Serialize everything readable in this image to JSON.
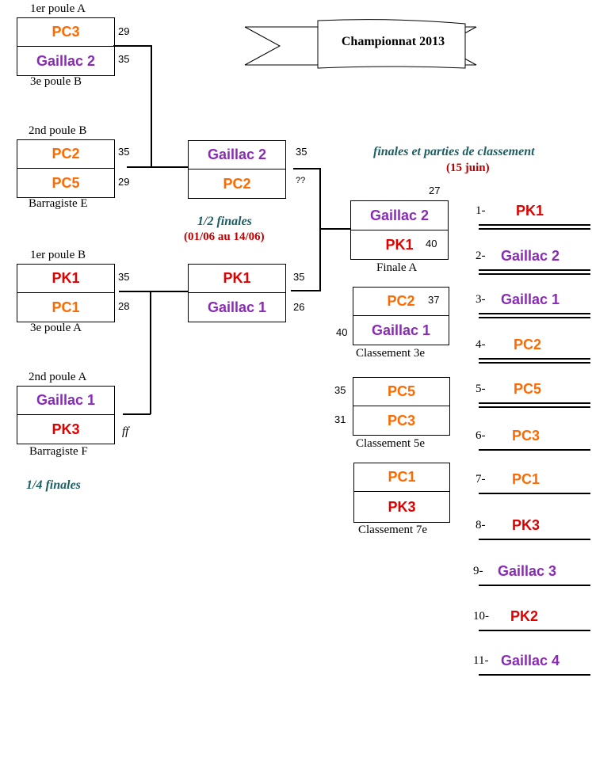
{
  "colors": {
    "orange": "#ff6a00",
    "purple": "#8a2bb8",
    "red": "#e00000",
    "phase_title": "#1b5e63",
    "date": "#c00000"
  },
  "banner": {
    "title": "Championnat 2013"
  },
  "quarter": {
    "label": "1/4 finales",
    "m1": {
      "top_caption": "1er poule A",
      "team1": "PC3",
      "score1": "29",
      "team2": "Gaillac 2",
      "score2": "35",
      "bottom_caption": "3e poule B"
    },
    "m2": {
      "top_caption": "2nd poule B",
      "team1": "PC2",
      "score1": "35",
      "team2": "PC5",
      "score2": "29",
      "bottom_caption": "Barragiste E"
    },
    "m3": {
      "top_caption": "1er poule B",
      "team1": "PK1",
      "score1": "35",
      "team2": "PC1",
      "score2": "28",
      "bottom_caption": "3e poule A"
    },
    "m4": {
      "top_caption": "2nd poule A",
      "team1": "Gaillac 1",
      "score1": "",
      "team2": "PK3",
      "score2": "ff",
      "bottom_caption": "Barragiste F"
    }
  },
  "semi": {
    "label": "1/2 finales",
    "dates": "(01/06 au 14/06)",
    "s1": {
      "team1": "Gaillac 2",
      "score1": "35",
      "team2": "PC2",
      "score2": "??"
    },
    "s2": {
      "team1": "PK1",
      "score1": "35",
      "team2": "Gaillac 1",
      "score2": "26"
    }
  },
  "finals": {
    "label": "finales et parties de classement",
    "date": "(15 juin)",
    "finale_a": {
      "team1": "Gaillac 2",
      "score1": "27",
      "team2": "PK1",
      "score2": "40",
      "caption": "Finale A"
    },
    "classement3": {
      "team1": "PC2",
      "score1": "37",
      "team2": "Gaillac 1",
      "score2": "40",
      "caption": "Classement 3e"
    },
    "classement5": {
      "team1": "PC5",
      "score1": "35",
      "team2": "PC3",
      "score2": "31",
      "caption": "Classement 5e"
    },
    "classement7": {
      "team1": "PC1",
      "team2": "PK3",
      "caption": "Classement 7e"
    }
  },
  "ranking": [
    {
      "pos": "1-",
      "team": "PK1",
      "color": "red"
    },
    {
      "pos": "2-",
      "team": "Gaillac 2",
      "color": "purple"
    },
    {
      "pos": "3-",
      "team": "Gaillac 1",
      "color": "purple"
    },
    {
      "pos": "4-",
      "team": "PC2",
      "color": "orange"
    },
    {
      "pos": "5-",
      "team": "PC5",
      "color": "orange"
    },
    {
      "pos": "6-",
      "team": "PC3",
      "color": "orange"
    },
    {
      "pos": "7-",
      "team": "PC1",
      "color": "orange"
    },
    {
      "pos": "8-",
      "team": "PK3",
      "color": "red"
    },
    {
      "pos": "9-",
      "team": "Gaillac 3",
      "color": "purple"
    },
    {
      "pos": "10-",
      "team": "PK2",
      "color": "red"
    },
    {
      "pos": "11-",
      "team": "Gaillac 4",
      "color": "purple"
    }
  ]
}
